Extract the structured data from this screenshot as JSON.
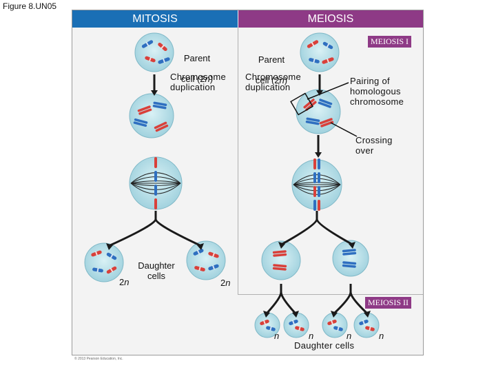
{
  "figure_label": "Figure 8.UN05",
  "headers": {
    "mitosis": "MITOSIS",
    "meiosis": "MEIOSIS"
  },
  "tags": {
    "meiosis_one": "MEIOSIS I",
    "meiosis_two": "MEIOSIS II"
  },
  "labels": {
    "mitosis_parent": {
      "line1": "Parent",
      "line2_prefix": "cell (2",
      "line2_italic": "n",
      "line2_suffix": ")"
    },
    "meiosis_parent": {
      "line1": "Parent",
      "line2_prefix": "cell (2",
      "line2_italic": "n",
      "line2_suffix": ")"
    },
    "mitosis_duplication": "Chromosome\nduplication",
    "meiosis_duplication": "Chromosome\nduplication",
    "pairing": "Pairing of\nhomologous\nchromosome",
    "crossing": "Crossing\nover",
    "mitosis_daughter": "Daughter\ncells",
    "ploidy_2n_left": {
      "prefix": "2",
      "italic": "n"
    },
    "ploidy_2n_right": {
      "prefix": "2",
      "italic": "n"
    },
    "n_1": "n",
    "n_2": "n",
    "n_3": "n",
    "n_4": "n",
    "meiosis_daughter": "Daughter cells"
  },
  "copyright": "© 2013 Pearson Education, Inc.",
  "colors": {
    "mitosis_blue": "#1a6fb5",
    "meiosis_purple": "#8e3a86",
    "cell_fill": "#bfe3ea",
    "chrom_red": "#d9403a",
    "chrom_blue": "#2f6fc0"
  },
  "icons": [
    "cell-icon",
    "chromosome-icon",
    "arrow-icon",
    "spindle-icon"
  ]
}
